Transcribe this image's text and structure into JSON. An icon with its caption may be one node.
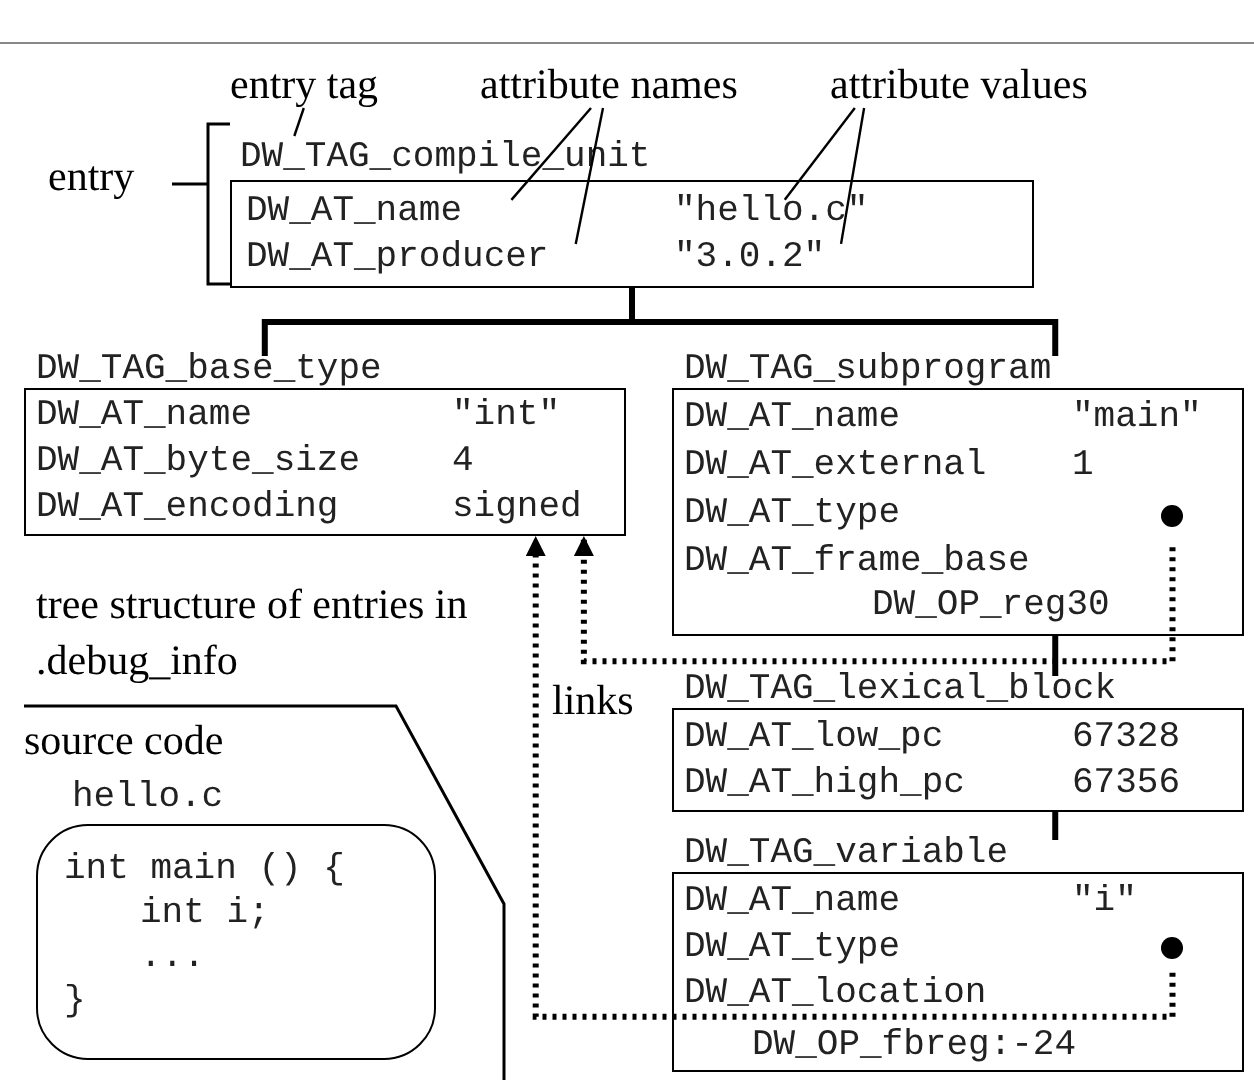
{
  "diagram": {
    "nodes": [
      {
        "text": [
          "entry tag"
        ]
      },
      {
        "text": [
          "attribute names"
        ]
      },
      {
        "text": [
          "attribute values"
        ]
      },
      {
        "text": [
          "DW_TAG_compile_unit",
          "DW_AT_name",
          "\"hello.c\"",
          "DW_AT_producer",
          "\"3.0.2\""
        ]
      },
      {
        "text": [
          "DW_TAG_base_type",
          "DW_AT_name",
          "\"int\"",
          "DW_AT_byte_size",
          "4",
          "DW_AT_encoding",
          "signed"
        ]
      },
      {
        "text": [
          "DW_TAG_subprogram",
          "DW_AT_name",
          "\"main\"",
          "DW_AT_external",
          "1",
          "DW_AT_type",
          "DW_AT_frame_base",
          "DW_OP_reg30"
        ]
      },
      {
        "text": [
          "DW_TAG_lexical_block",
          "DW_AT_low_pc",
          "67328",
          "DW_AT_high_pc",
          "67356"
        ]
      },
      {
        "text": [
          "DW_TAG_variable",
          "DW_AT_name",
          "\"i\"",
          "DW_AT_type",
          "DW_AT_location",
          "DW_OP_fbreg:-24"
        ]
      },
      {
        "text": [
          "source code"
        ]
      },
      {
        "text": [
          "hello.c",
          "int main () {",
          "int i;",
          "...",
          "}"
        ],
        "in": 8
      }
    ],
    "edges": [
      {
        "from": 0,
        "to": 3,
        "arrow": "none"
      },
      {
        "from": 1,
        "to": 3,
        "arrow": "none"
      },
      {
        "from": 1,
        "to": 3,
        "arrow": "none"
      },
      {
        "from": 2,
        "to": 3,
        "arrow": "none"
      },
      {
        "from": 2,
        "to": 3,
        "arrow": "none"
      },
      {
        "from": 3,
        "to": 4,
        "arrow": "none"
      },
      {
        "from": 3,
        "to": 5,
        "arrow": "none"
      },
      {
        "from": 5,
        "to": 6,
        "arrow": "none"
      },
      {
        "from": 6,
        "to": 7,
        "arrow": "none"
      },
      {
        "from": 5,
        "to": 4,
        "arrow": "to",
        "style": "dashed"
      },
      {
        "from": 7,
        "to": 4,
        "arrow": "to",
        "style": "dashed"
      }
    ],
    "labels": [
      "entry",
      "tree structure of entries in .debug_info",
      "links"
    ]
  }
}
